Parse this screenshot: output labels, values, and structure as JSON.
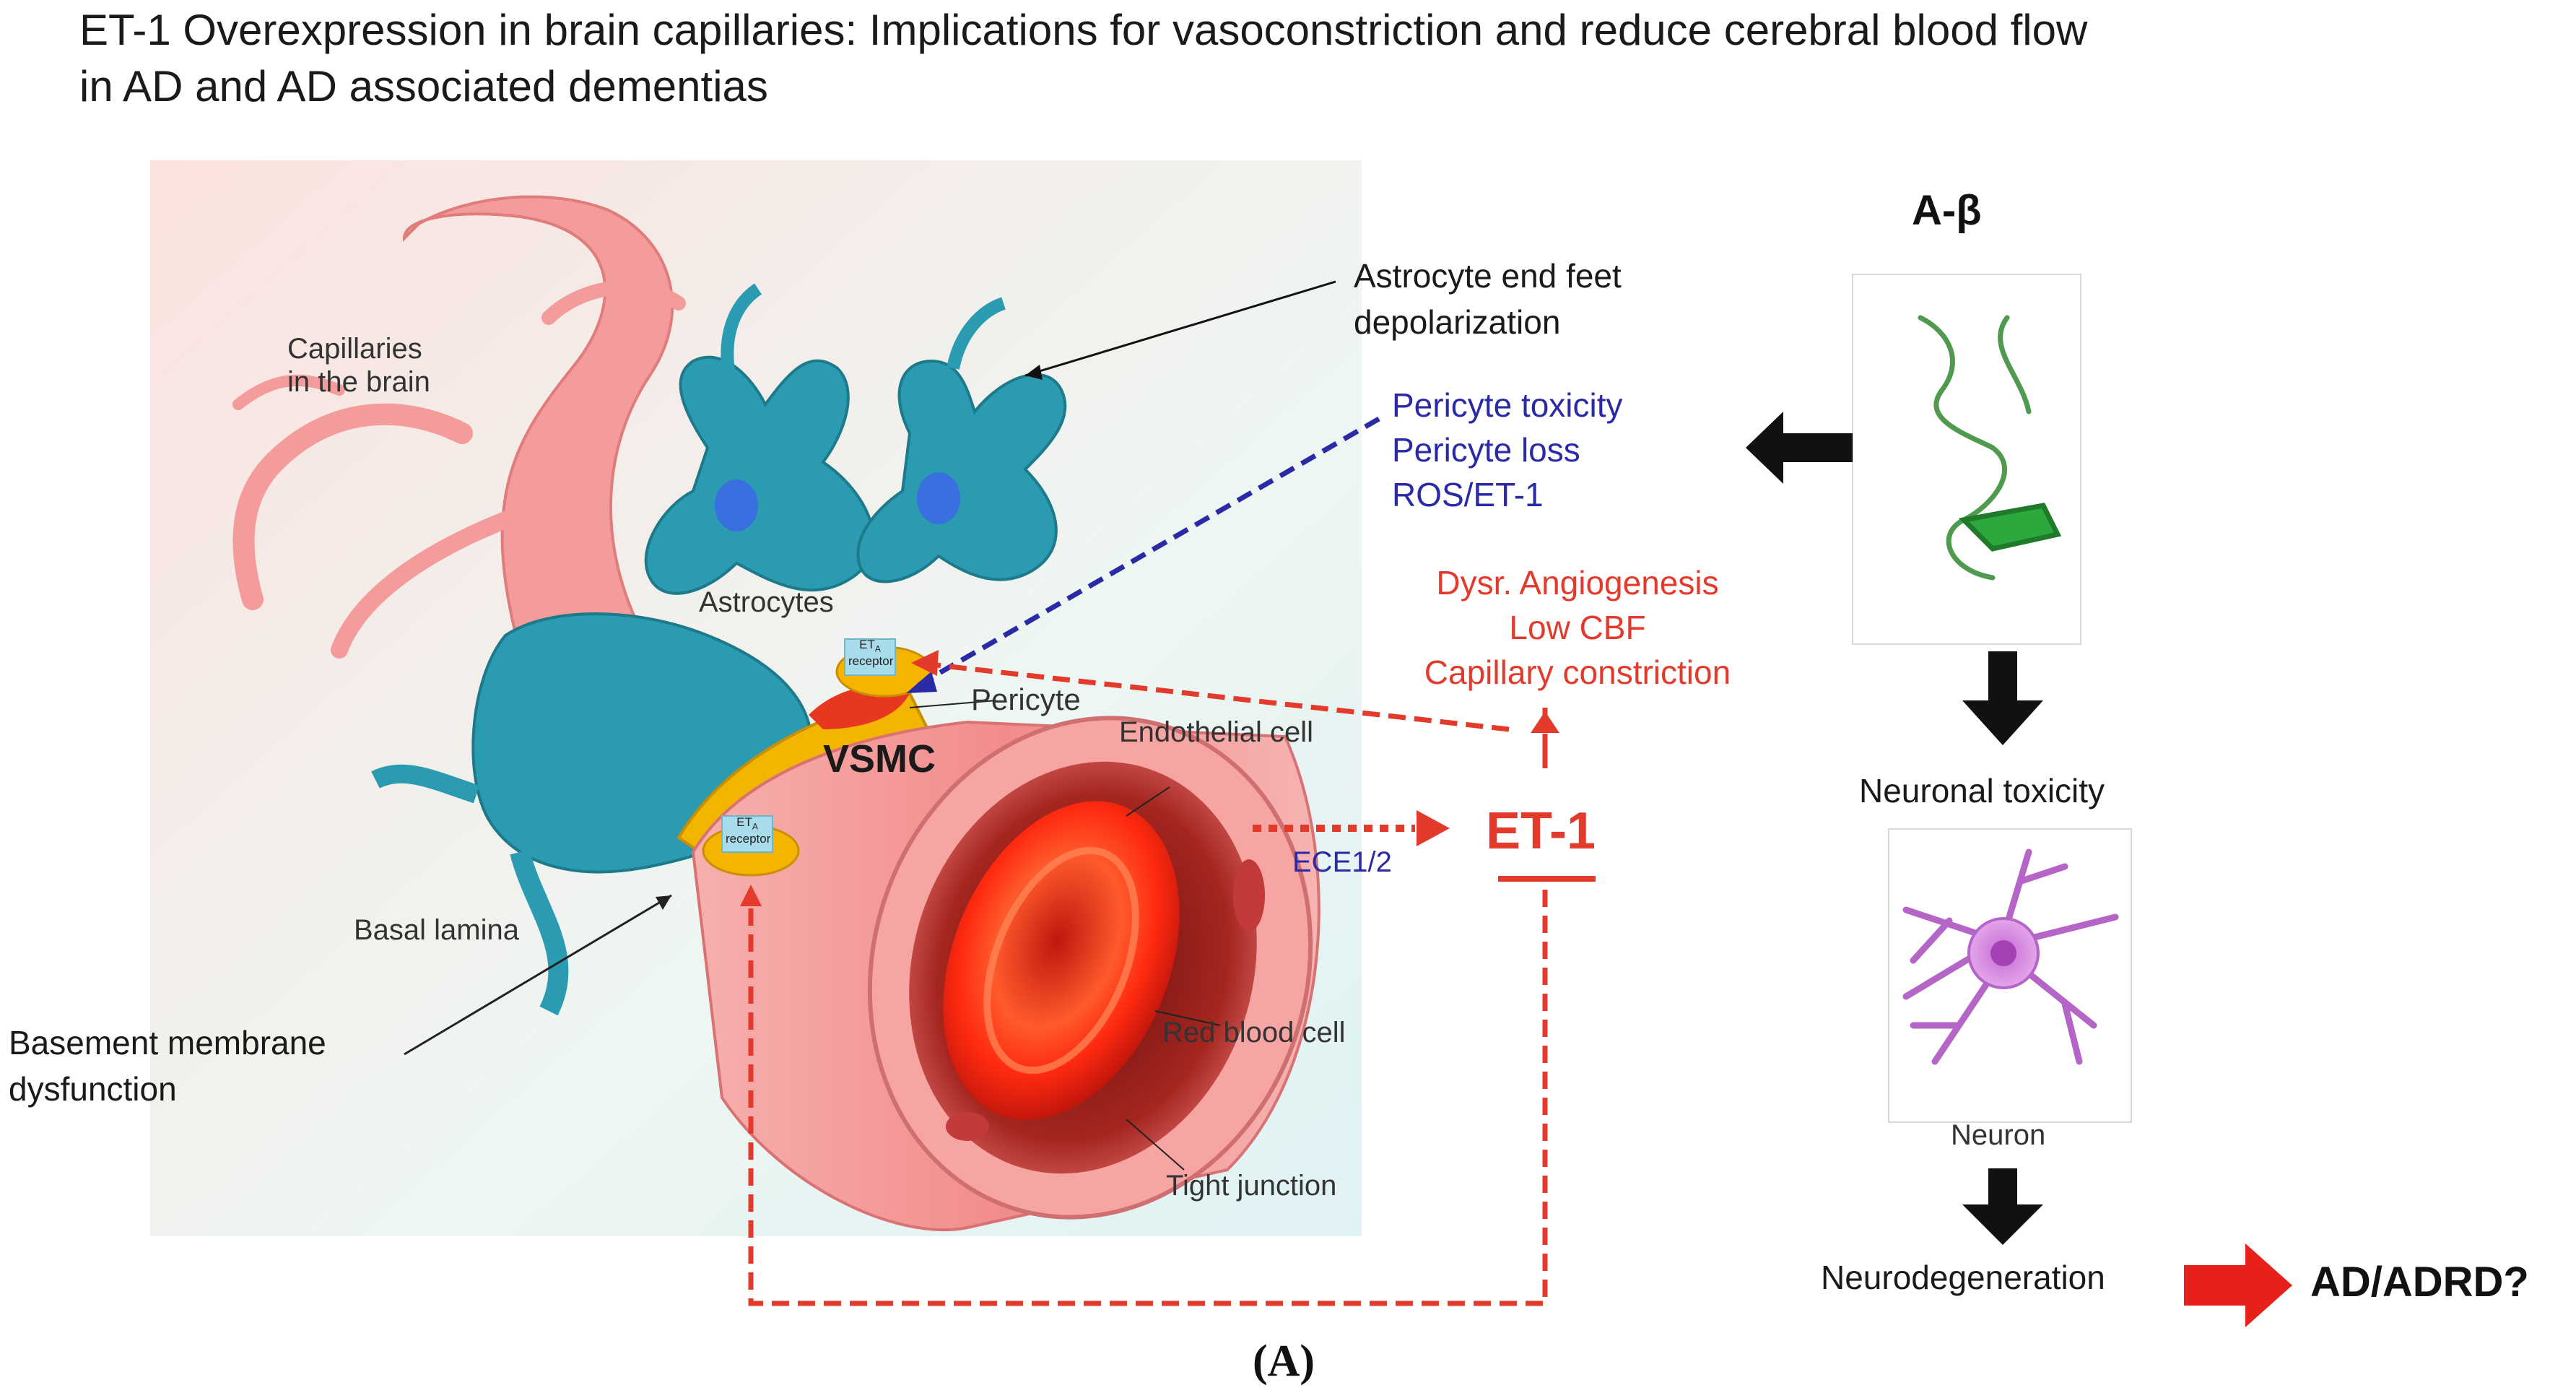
{
  "title": {
    "line1": "ET-1 Overexpression in brain capillaries: Implications for vasoconstriction and reduce cerebral blood flow",
    "line2": "in AD and AD associated dementias"
  },
  "illustration_labels": {
    "capillaries_line1": "Capillaries",
    "capillaries_line2": "in the brain",
    "astrocytes": "Astrocytes",
    "eta_receptor_top_main": "ET",
    "eta_receptor_top_sub": "A",
    "eta_receptor_top_word": "receptor",
    "eta_receptor_bottom_main": "ET",
    "eta_receptor_bottom_sub": "A",
    "eta_receptor_bottom_word": "receptor",
    "pericyte": "Pericyte",
    "vsmc": "VSMC",
    "endothelial_cell": "Endothelial cell",
    "basal_lamina": "Basal lamina",
    "red_blood_cell": "Red blood cell",
    "tight_junction": "Tight junction"
  },
  "annotations": {
    "astrocyte_line1": "Astrocyte end feet",
    "astrocyte_line2": "depolarization",
    "basement_line1": "Basement membrane",
    "basement_line2": "dysfunction",
    "pericyte_effects": [
      "Pericyte toxicity",
      "Pericyte loss",
      "ROS/ET-1"
    ],
    "vascular_effects": [
      "Dysr. Angiogenesis",
      "Low CBF",
      "Capillary constriction"
    ],
    "et1": "ET-1",
    "ece": "ECE1/2"
  },
  "pathway": {
    "abeta": "A-β",
    "neuronal_toxicity": "Neuronal toxicity",
    "neuron": "Neuron",
    "neurodegeneration": "Neurodegeneration",
    "outcome": "AD/ADRD?"
  },
  "panel_label": "(A)",
  "colors": {
    "red_accent": "#e33a2c",
    "blue_accent": "#2a2aa6",
    "vessel_pink": "#f29a9a",
    "astrocyte_teal": "#2a9bb0",
    "pericyte_yellow": "#f2b500"
  }
}
